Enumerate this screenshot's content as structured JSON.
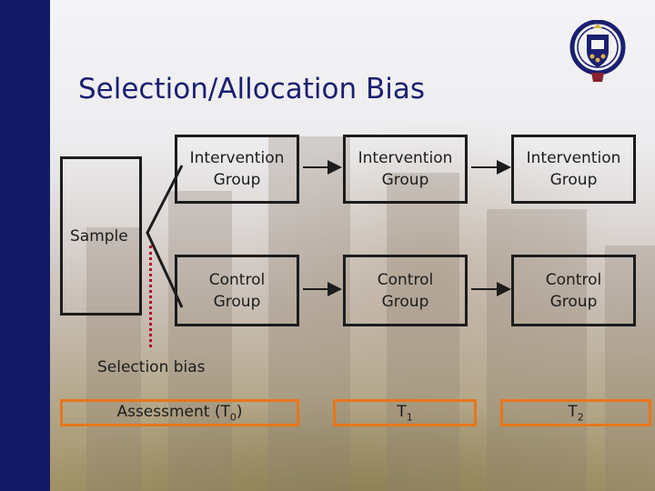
{
  "title": "Selection/Allocation Bias",
  "sample": {
    "label": "Sample"
  },
  "rows": {
    "intervention": [
      {
        "line1": "Intervention",
        "line2": "Group"
      },
      {
        "line1": "Intervention",
        "line2": "Group"
      },
      {
        "line1": "Intervention",
        "line2": "Group"
      }
    ],
    "control": [
      {
        "line1": "Control",
        "line2": "Group"
      },
      {
        "line1": "Control",
        "line2": "Group"
      },
      {
        "line1": "Control",
        "line2": "Group"
      }
    ]
  },
  "selection_bias": {
    "label": "Selection bias"
  },
  "assessments": [
    {
      "main": "Assessment (T",
      "sub": "0",
      "tail": ")"
    },
    {
      "main": "T",
      "sub": "1",
      "tail": ""
    },
    {
      "main": "T",
      "sub": "2",
      "tail": ""
    }
  ],
  "colors": {
    "sidebar": "#141a66",
    "title": "#1a1f70",
    "box_border": "#1c1c1c",
    "assessment_border": "#e8761a",
    "selection_bias_line": "#b5002a"
  }
}
